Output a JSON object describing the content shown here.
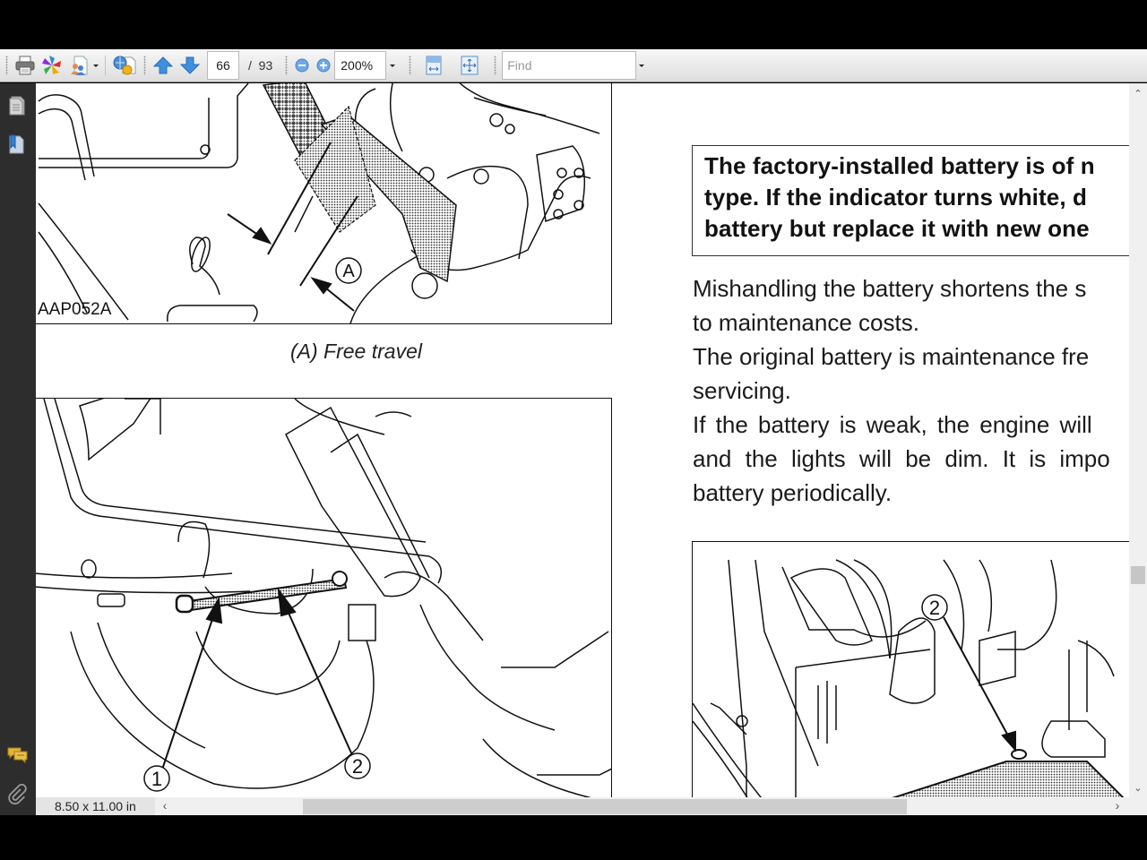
{
  "toolbar": {
    "buttons": [
      {
        "name": "print-button",
        "icon": "printer-icon"
      },
      {
        "name": "reader-mode-button",
        "icon": "pinwheel-icon"
      },
      {
        "name": "share-button",
        "icon": "users-doc-icon"
      },
      {
        "name": "web-link-button",
        "icon": "globe-doc-icon"
      },
      {
        "name": "previous-page-button",
        "icon": "arrow-up-icon"
      },
      {
        "name": "next-page-button",
        "icon": "arrow-down-icon"
      },
      {
        "name": "zoom-out-button",
        "icon": "minus-circle-icon"
      },
      {
        "name": "zoom-in-button",
        "icon": "plus-circle-icon"
      },
      {
        "name": "fit-width-button",
        "icon": "fit-width-icon"
      },
      {
        "name": "fit-page-button",
        "icon": "fit-page-icon"
      }
    ],
    "page_current": "66",
    "page_total": "/  93",
    "zoom_level": "200%",
    "find_placeholder": "Find"
  },
  "leftnav": {
    "items": [
      {
        "name": "pages-panel-button",
        "icon": "pages-icon"
      },
      {
        "name": "bookmarks-panel-button",
        "icon": "bookmark-icon"
      },
      {
        "name": "comments-panel-button",
        "icon": "comments-icon"
      },
      {
        "name": "attachments-panel-button",
        "icon": "paperclip-icon"
      }
    ]
  },
  "document": {
    "figure_top": {
      "id_label": "AAP052A",
      "callout": "A",
      "caption": "(A) Free travel"
    },
    "figure_bottom_left": {
      "callouts": [
        "1",
        "2"
      ]
    },
    "figure_bottom_right": {
      "callouts": [
        "2"
      ]
    },
    "warning_box": {
      "lines": [
        "The factory-installed battery is of n",
        "type. If the indicator turns white, d",
        "battery but replace it with new one"
      ]
    },
    "paragraph_lines": [
      "Mishandling the battery shortens the s",
      "to maintenance costs.",
      "The original battery is maintenance fre",
      "servicing.",
      "If the battery is weak, the engine will",
      "and the lights will be dim. It is impo",
      "battery periodically."
    ]
  },
  "statusbar": {
    "page_size": "8.50 x 11.00 in"
  },
  "scrollbars": {
    "up_arrow": "⌃",
    "down_arrow": "⌄",
    "left_arrow": "‹",
    "right_arrow": "›"
  }
}
